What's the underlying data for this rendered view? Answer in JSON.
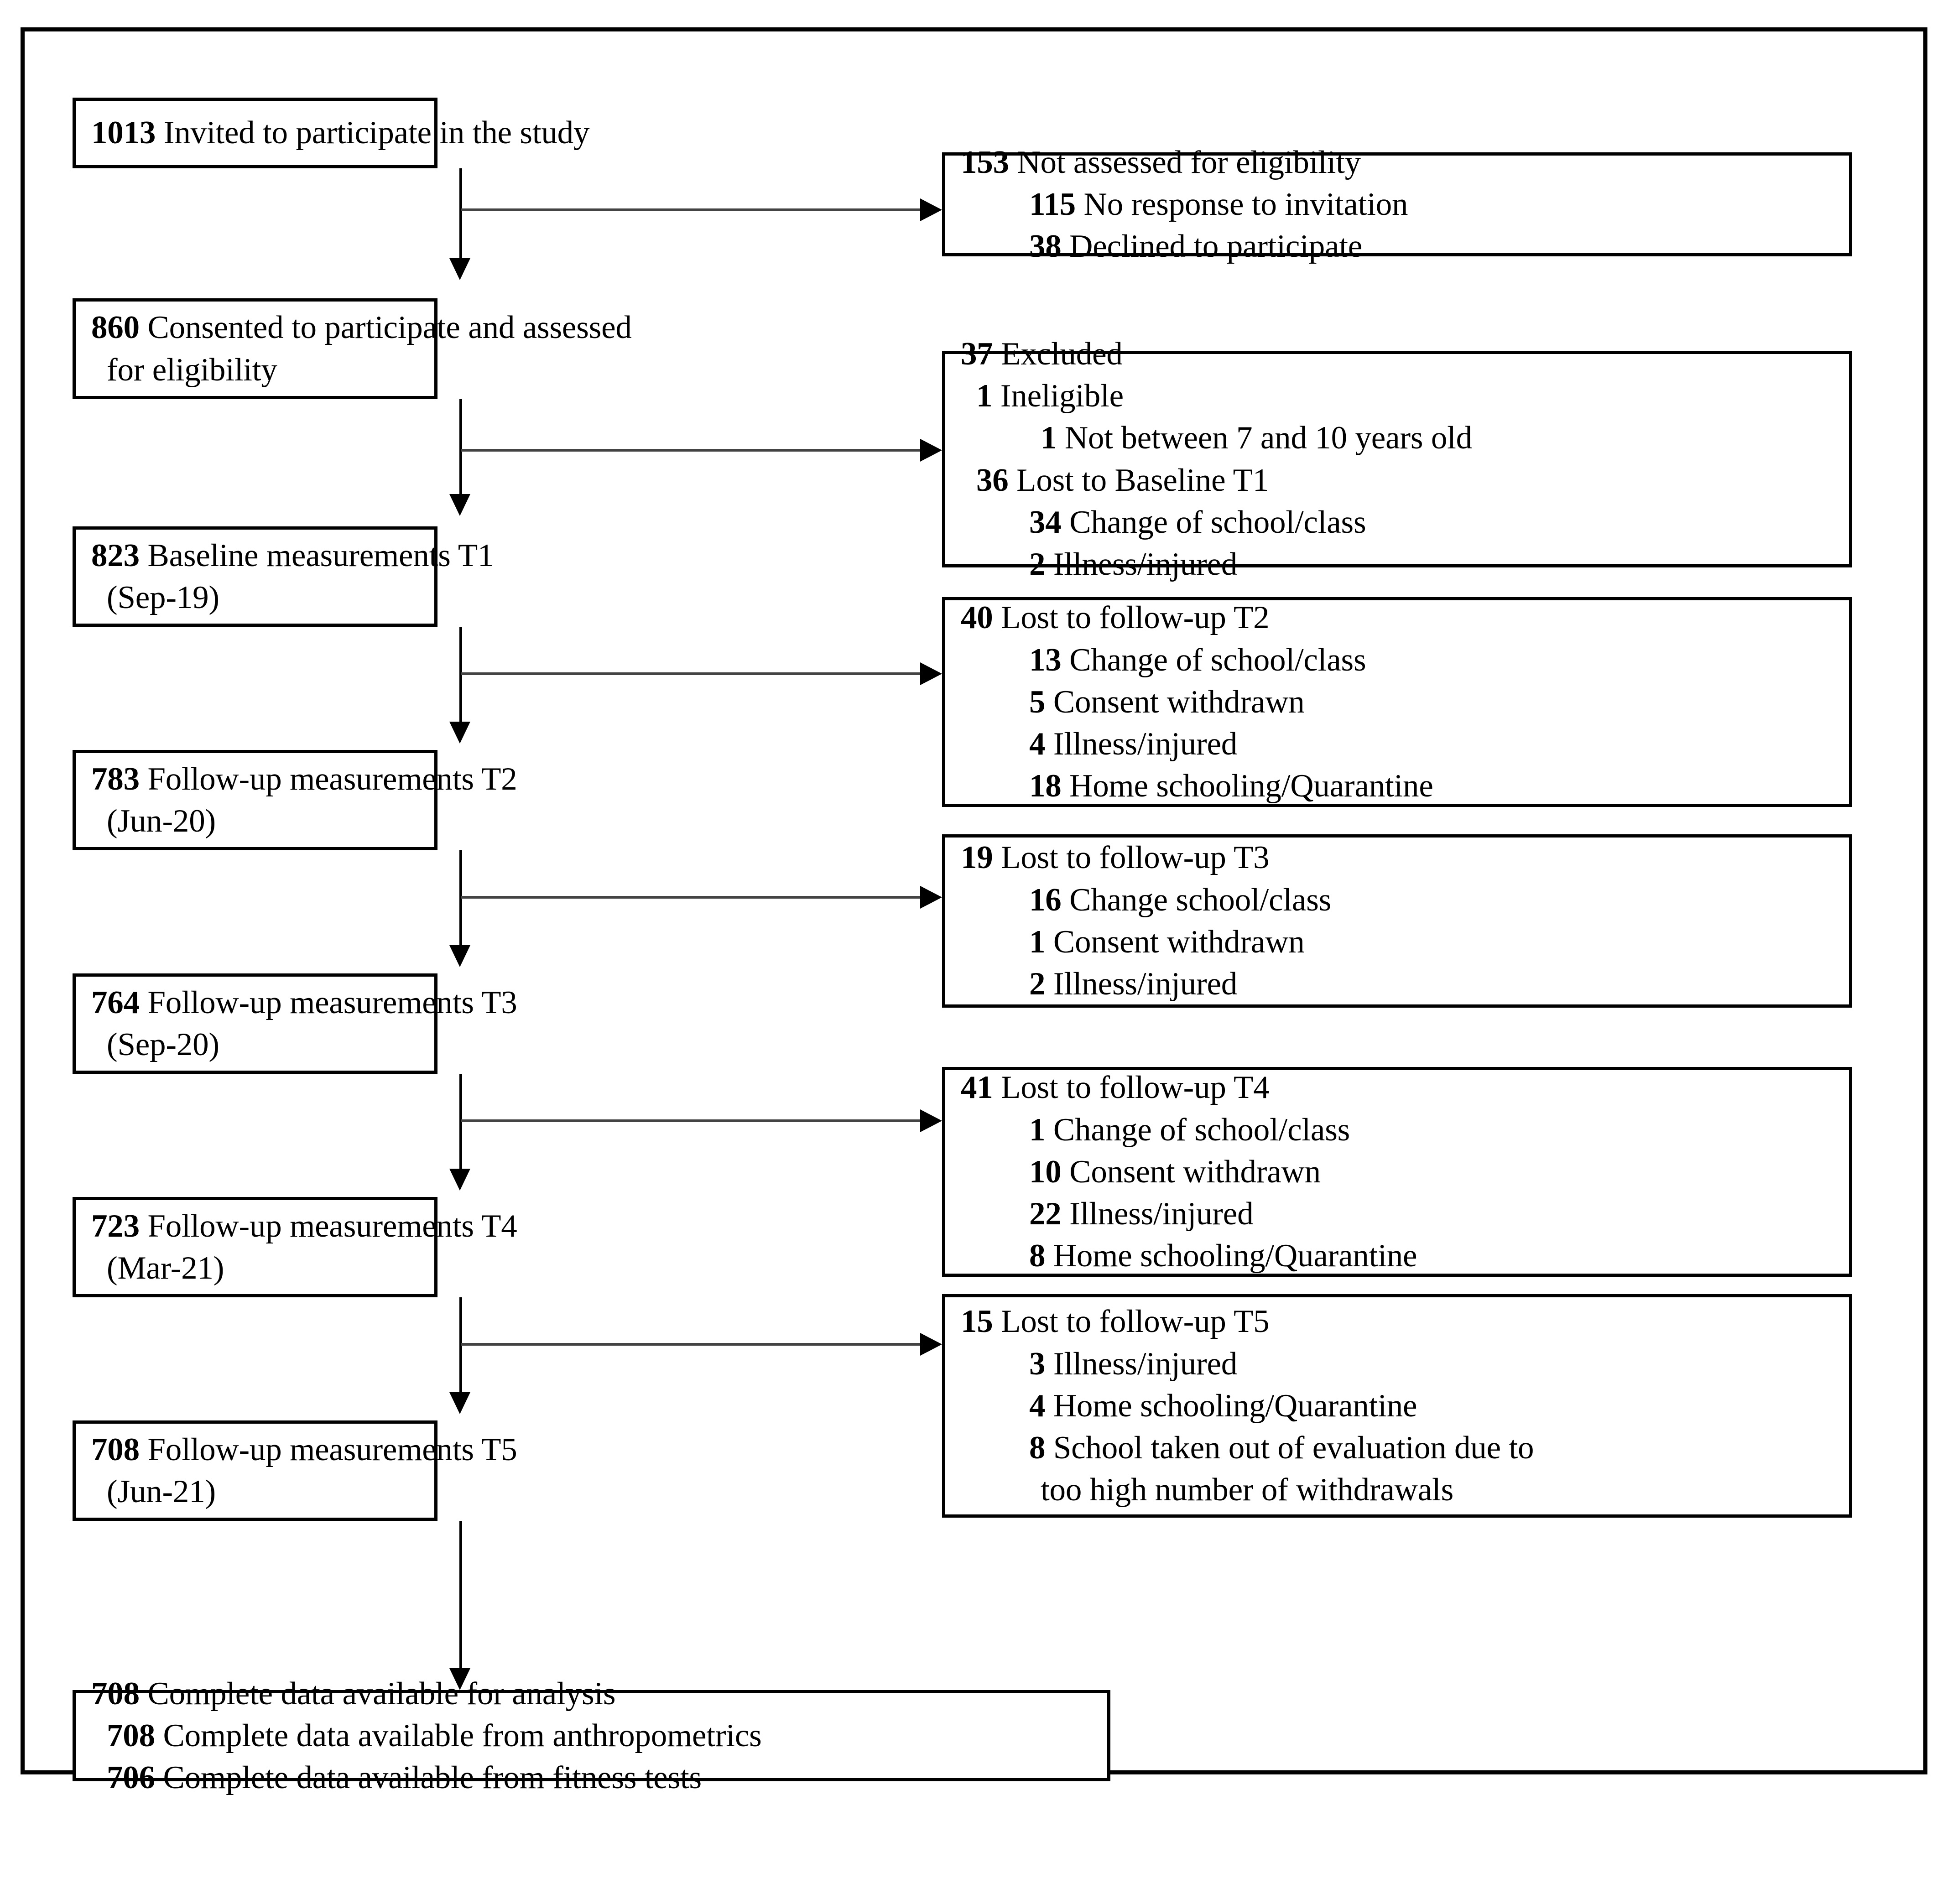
{
  "diagram": {
    "title": "CONSORT-style participant flow diagram",
    "left_nodes": [
      {
        "id": "invited",
        "lines": [
          {
            "num": "1013",
            "text": " Invited to participate in the study",
            "indent": 0
          }
        ]
      },
      {
        "id": "consented",
        "lines": [
          {
            "num": "860",
            "text": " Consented to participate and assessed",
            "indent": 0
          },
          {
            "num": "",
            "text": "for eligibility",
            "indent": 1
          }
        ]
      },
      {
        "id": "baseline-t1",
        "lines": [
          {
            "num": "823",
            "text": " Baseline measurements T1",
            "indent": 0
          },
          {
            "num": "",
            "text": "(Sep-19)",
            "indent": 1
          }
        ]
      },
      {
        "id": "followup-t2",
        "lines": [
          {
            "num": "783",
            "text": " Follow-up measurements T2",
            "indent": 0
          },
          {
            "num": "",
            "text": "(Jun-20)",
            "indent": 1
          }
        ]
      },
      {
        "id": "followup-t3",
        "lines": [
          {
            "num": "764",
            "text": " Follow-up measurements T3",
            "indent": 0
          },
          {
            "num": "",
            "text": "(Sep-20)",
            "indent": 1
          }
        ]
      },
      {
        "id": "followup-t4",
        "lines": [
          {
            "num": "723",
            "text": " Follow-up measurements T4",
            "indent": 0
          },
          {
            "num": "",
            "text": "(Mar-21)",
            "indent": 1
          }
        ]
      },
      {
        "id": "followup-t5",
        "lines": [
          {
            "num": "708",
            "text": " Follow-up measurements T5",
            "indent": 0
          },
          {
            "num": "",
            "text": "(Jun-21)",
            "indent": 1
          }
        ]
      },
      {
        "id": "analysis",
        "lines": [
          {
            "num": "708",
            "text": " Complete data available for analysis",
            "indent": 0
          },
          {
            "num": "708",
            "text": " Complete data available from anthropometrics",
            "indent": 1
          },
          {
            "num": "706",
            "text": " Complete data available from fitness tests",
            "indent": 1
          }
        ]
      }
    ],
    "right_nodes": [
      {
        "id": "not-assessed",
        "lines": [
          {
            "num": "153",
            "text": " Not assessed for eligibility",
            "indent": 0
          },
          {
            "num": "115",
            "text": " No response to invitation",
            "indent": 2
          },
          {
            "num": "38",
            "text": " Declined to participate",
            "indent": 2
          }
        ]
      },
      {
        "id": "excluded",
        "lines": [
          {
            "num": "37",
            "text": " Excluded",
            "indent": 0
          },
          {
            "num": "1",
            "text": " Ineligible",
            "indent": 1
          },
          {
            "num": "1",
            "text": " Not between 7 and 10 years old",
            "indent": 3
          },
          {
            "num": "36",
            "text": " Lost to Baseline T1",
            "indent": 1
          },
          {
            "num": "34",
            "text": " Change of school/class",
            "indent": 2
          },
          {
            "num": "2",
            "text": " Illness/injured",
            "indent": 2
          }
        ]
      },
      {
        "id": "lost-t2",
        "lines": [
          {
            "num": "40",
            "text": " Lost to follow-up T2",
            "indent": 0
          },
          {
            "num": "13",
            "text": " Change of school/class",
            "indent": 2
          },
          {
            "num": "5",
            "text": " Consent withdrawn",
            "indent": 2
          },
          {
            "num": "4",
            "text": " Illness/injured",
            "indent": 2
          },
          {
            "num": "18",
            "text": " Home schooling/Quarantine",
            "indent": 2
          }
        ]
      },
      {
        "id": "lost-t3",
        "lines": [
          {
            "num": "19",
            "text": " Lost to follow-up T3",
            "indent": 0
          },
          {
            "num": "16",
            "text": " Change school/class",
            "indent": 2
          },
          {
            "num": "1",
            "text": " Consent withdrawn",
            "indent": 2
          },
          {
            "num": "2",
            "text": " Illness/injured",
            "indent": 2
          }
        ]
      },
      {
        "id": "lost-t4",
        "lines": [
          {
            "num": "41",
            "text": " Lost to follow-up T4",
            "indent": 0
          },
          {
            "num": "1",
            "text": " Change of school/class",
            "indent": 2
          },
          {
            "num": "10",
            "text": " Consent withdrawn",
            "indent": 2
          },
          {
            "num": "22",
            "text": " Illness/injured",
            "indent": 2
          },
          {
            "num": "8",
            "text": " Home schooling/Quarantine",
            "indent": 2
          }
        ]
      },
      {
        "id": "lost-t5",
        "lines": [
          {
            "num": "15",
            "text": " Lost to follow-up T5",
            "indent": 0
          },
          {
            "num": "3",
            "text": " Illness/injured",
            "indent": 2
          },
          {
            "num": "4",
            "text": " Home schooling/Quarantine",
            "indent": 2
          },
          {
            "num": "8",
            "text": " School taken out of evaluation due to",
            "indent": 2
          },
          {
            "num": "",
            "text": "too high number of withdrawals",
            "indent": 3
          }
        ]
      }
    ],
    "colors": {
      "ink": "#000000",
      "connector": "#444444",
      "background": "#ffffff"
    }
  }
}
